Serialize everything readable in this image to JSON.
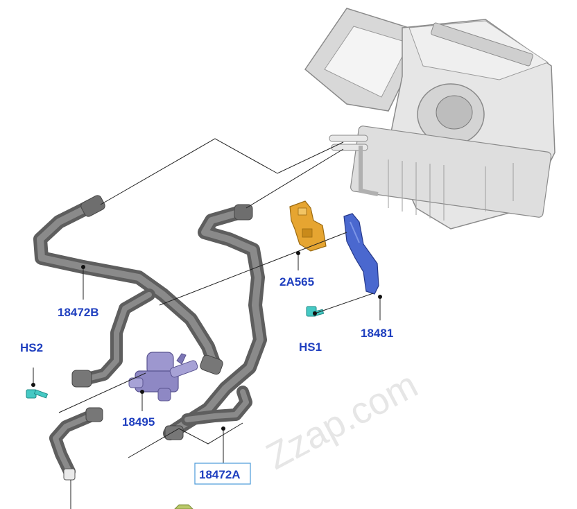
{
  "labels": {
    "hose_upper": "18472B",
    "hose_lower": "18472A",
    "valve": "18495",
    "bracket_orange": "2A565",
    "bracket_blue": "18481",
    "screw_left": "HS2",
    "screw_right": "HS1"
  },
  "watermark": "Zzap.com",
  "colors": {
    "callout_text": "#1f3fbf",
    "leader_line": "#222222",
    "hose": "#6f6f6f",
    "unit_body": "#e6e6e6",
    "bracket_orange": "#e6a531",
    "bracket_blue": "#4a68cf",
    "valve": "#8e88c4",
    "screw": "#45c9c4"
  }
}
